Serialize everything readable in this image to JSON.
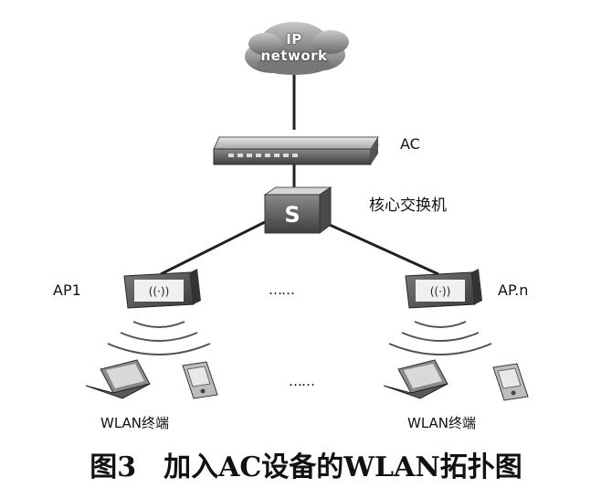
{
  "cloud": {
    "line1": "IP",
    "line2": "network"
  },
  "ac_label": "AC",
  "switch_label": "核心交换机",
  "switch_symbol": "S",
  "ap1_label": "AP1",
  "apn_label": "AP.n",
  "dots_ap": "……",
  "dots_terminal": "……",
  "terminal_left_label": "WLAN终端",
  "terminal_right_label": "WLAN终端",
  "caption": "图3　加入AC设备的WLAN拓扑图"
}
